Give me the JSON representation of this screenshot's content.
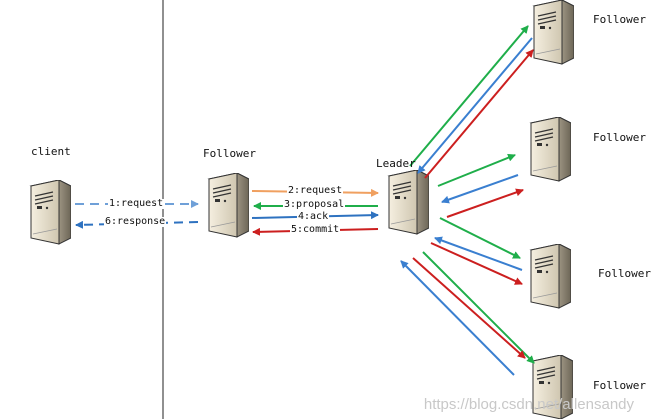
{
  "nodes": {
    "client": {
      "label": "client"
    },
    "follower_mid": {
      "label": "Follower"
    },
    "leader": {
      "label": "Leader"
    },
    "follower_1": {
      "label": "Follower"
    },
    "follower_2": {
      "label": "Follower"
    },
    "follower_3": {
      "label": "Follower"
    },
    "follower_4": {
      "label": "Follower"
    }
  },
  "messages": [
    {
      "label": "1:request",
      "color": "#6fa0d8"
    },
    {
      "label": "6:response",
      "color": "#2e72c0"
    },
    {
      "label": "2:request",
      "color": "#f0a060"
    },
    {
      "label": "3:proposal",
      "color": "#1fae4a"
    },
    {
      "label": "4:ack",
      "color": "#2e72c0"
    },
    {
      "label": "5:commit",
      "color": "#cc1f1f"
    }
  ],
  "colors": {
    "proposal": "#1fae4a",
    "ack": "#3a7fd0",
    "commit": "#cc1f1f"
  },
  "watermark": "https://blog.csdn.net/allensandy"
}
